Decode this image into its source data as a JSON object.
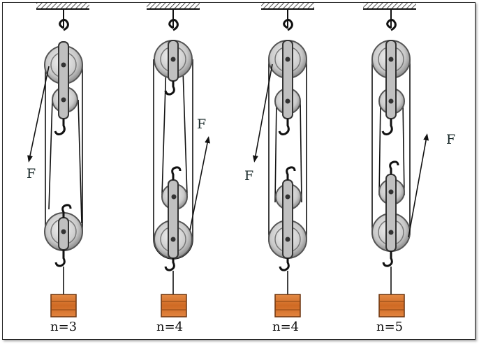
{
  "systems": [
    {
      "force_label": "F",
      "count_label": "n=3"
    },
    {
      "force_label": "F",
      "count_label": "n=4"
    },
    {
      "force_label": "F",
      "count_label": "n=4"
    },
    {
      "force_label": "F",
      "count_label": "n=5"
    }
  ],
  "colors": {
    "rope": "#1a1a1a",
    "pulley_rim": "#8a8a8a",
    "pulley_face": "#d6d6d6",
    "weight_fill": "#d9742e",
    "weight_stroke": "#6b3510"
  }
}
